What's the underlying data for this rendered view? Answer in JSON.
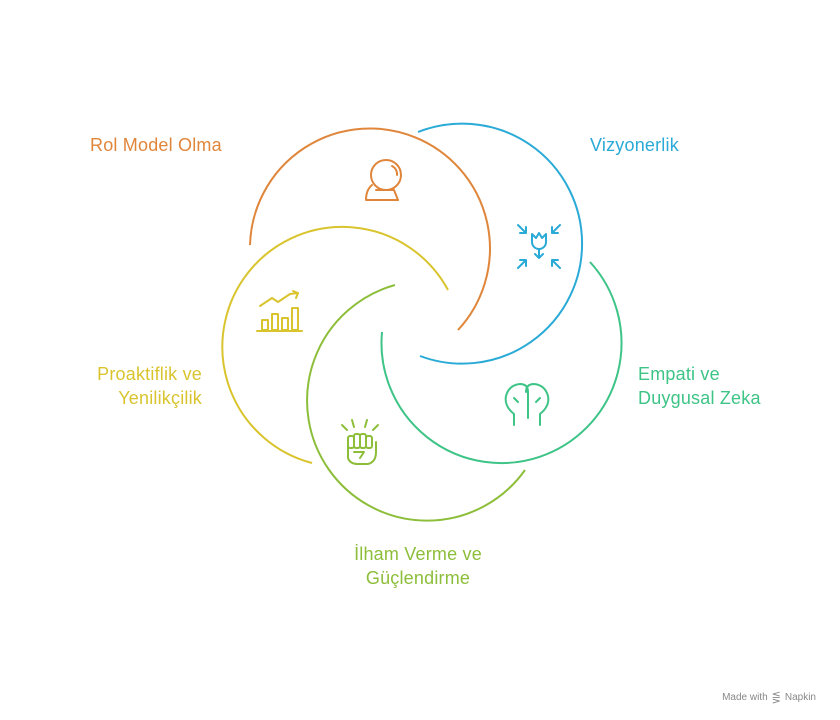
{
  "segments": [
    {
      "key": "rol-model",
      "lines": [
        "Rol Model Olma"
      ],
      "color": "#E0863B",
      "icon": "crystal-ball-icon"
    },
    {
      "key": "vizyonerlik",
      "lines": [
        "Vizyonerlik"
      ],
      "color": "#2AAAD6",
      "icon": "focus-arrows-icon"
    },
    {
      "key": "empati",
      "lines": [
        "Empati ve",
        "Duygusal Zeka"
      ],
      "color": "#3DC486",
      "icon": "head-profiles-icon"
    },
    {
      "key": "ilham",
      "lines": [
        "İlham Verme ve",
        "Güçlendirme"
      ],
      "color": "#8DBE3A",
      "icon": "raised-fist-icon"
    },
    {
      "key": "proaktiflik",
      "lines": [
        "Proaktiflik ve",
        "Yenilikçilik"
      ],
      "color": "#D9C42E",
      "icon": "growth-chart-icon"
    }
  ],
  "footer": {
    "made_with": "Made with",
    "brand": "Napkin"
  }
}
